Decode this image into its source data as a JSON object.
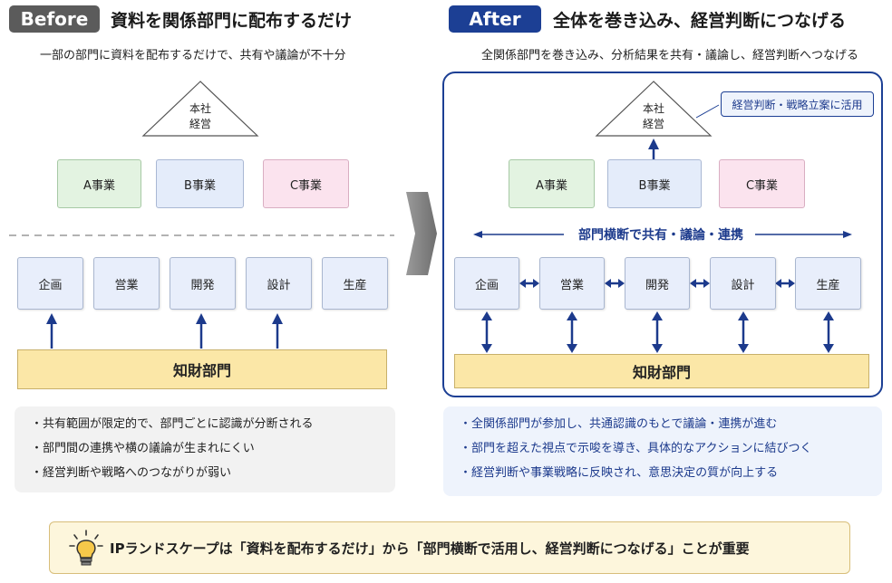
{
  "before": {
    "tag": "Before",
    "heading": "資料を関係部門に配布するだけ",
    "subtitle": "一部の部門に資料を配布するだけで、共有や議論が不十分",
    "apex": [
      "本社",
      "経営"
    ],
    "businesses": [
      "A事業",
      "B事業",
      "C事業"
    ],
    "departments": [
      "企画",
      "営業",
      "開発",
      "設計",
      "生産"
    ],
    "ip_department": "知財部門",
    "bullets": [
      "・共有範囲が限定的で、部門ごとに認識が分断される",
      "・部門間の連携や横の議論が生まれにくい",
      "・経営判断や戦略へのつながりが弱い"
    ],
    "tag_color": "#5b5b5b"
  },
  "after": {
    "tag": "After",
    "heading": "全体を巻き込み、経営判断につなげる",
    "subtitle": "全関係部門を巻き込み、分析結果を共有・議論し、経営判断へつなげる",
    "apex": [
      "本社",
      "経営"
    ],
    "callout": "経営判断・戦略立案に活用",
    "businesses": [
      "A事業",
      "B事業",
      "C事業"
    ],
    "cross_label": "部門横断で共有・議論・連携",
    "departments": [
      "企画",
      "営業",
      "開発",
      "設計",
      "生産"
    ],
    "ip_department": "知財部門",
    "bullets": [
      "・全関係部門が参加し、共通認識のもとで議論・連携が進む",
      "・部門を超えた視点で示唆を導き、具体的なアクションに結びつく",
      "・経営判断や事業戦略に反映され、意思決定の質が向上する"
    ],
    "tag_color": "#1c3f94"
  },
  "conclusion": {
    "icon": "lightbulb-icon",
    "text": "IPランドスケープは「資料を配布するだけ」から「部門横断で活用し、経営判断につなげる」ことが重要"
  },
  "colors": {
    "accent_blue": "#1c3f94",
    "arrow_blue": "#1c3a8c",
    "ip_fill": "#fbe7a7"
  }
}
